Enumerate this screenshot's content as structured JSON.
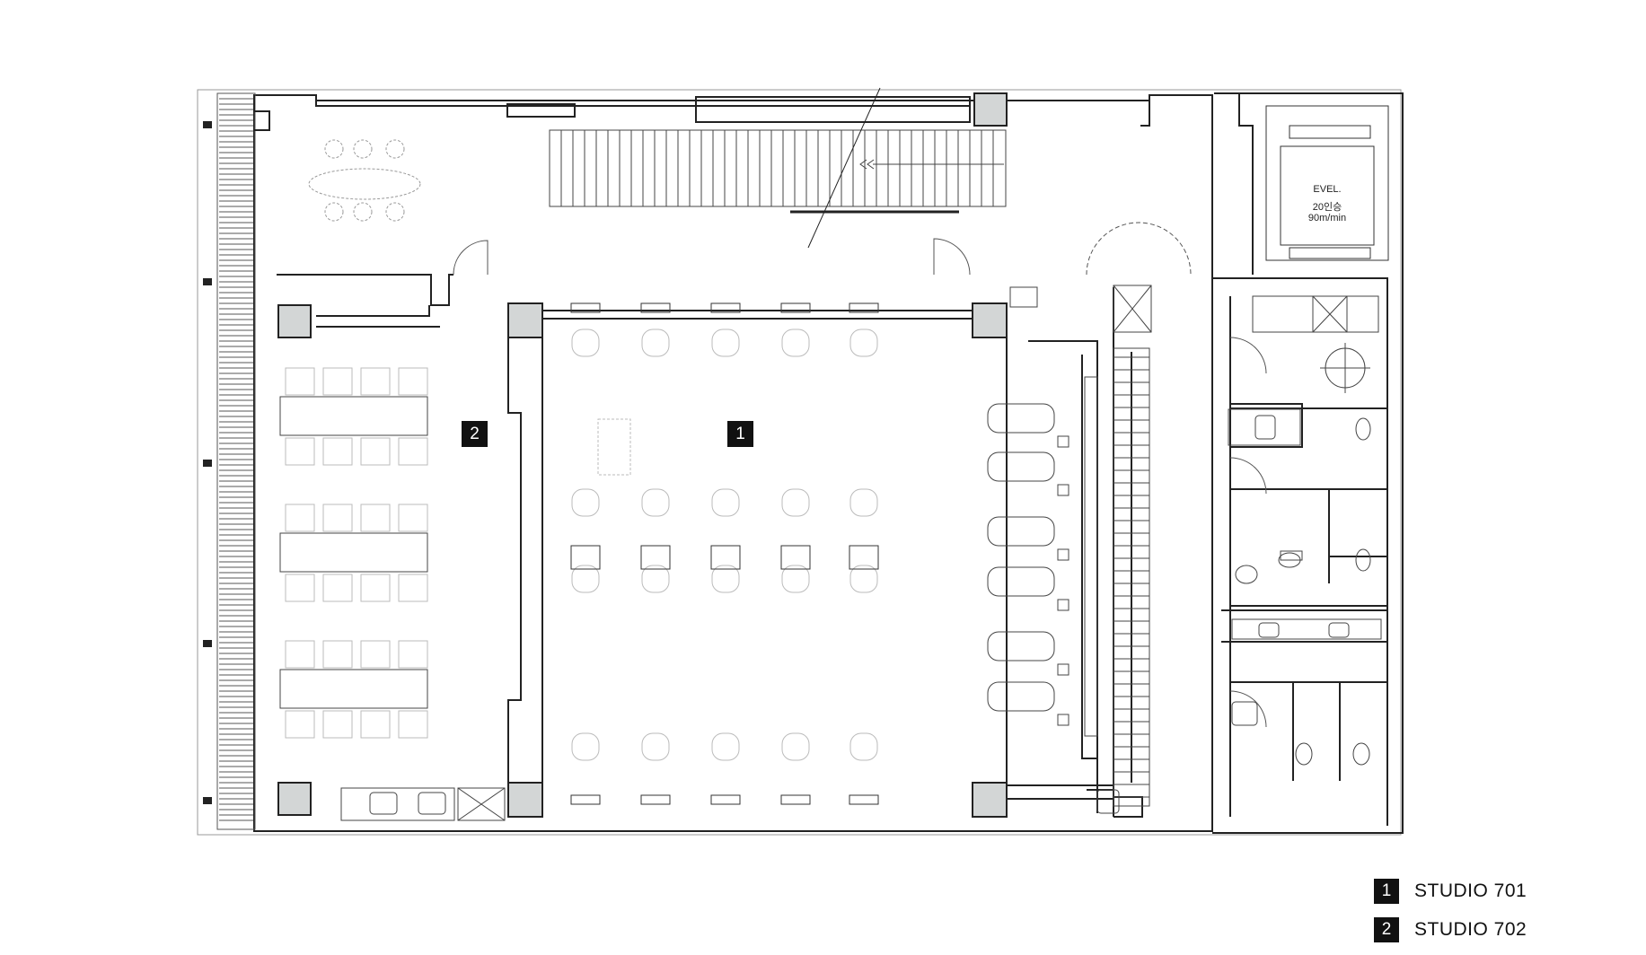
{
  "rooms": [
    {
      "id": "1",
      "name": "STUDIO 701"
    },
    {
      "id": "2",
      "name": "STUDIO 702"
    }
  ],
  "elevator": {
    "label": "EVEL.",
    "capacity": "20인승",
    "speed": "90m/min"
  },
  "legend": [
    {
      "key": "1",
      "label": "STUDIO 701"
    },
    {
      "key": "2",
      "label": "STUDIO 702"
    }
  ],
  "colors": {
    "wall": "#222222",
    "column_fill": "#d3d6d6",
    "furniture": "#9aa0a0",
    "badge": "#111111"
  }
}
